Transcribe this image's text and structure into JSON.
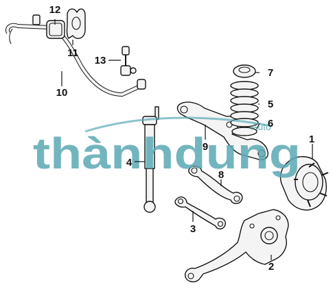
{
  "watermark": {
    "brand": "thànhdung",
    "suffix": "Auto",
    "accent_color": "#5aa9b5"
  },
  "callouts": [
    "1",
    "2",
    "3",
    "4",
    "5",
    "6",
    "7",
    "8",
    "9",
    "10",
    "11",
    "12",
    "13"
  ]
}
